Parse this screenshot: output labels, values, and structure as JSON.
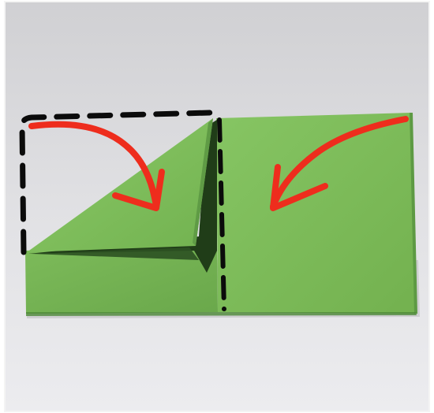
{
  "image": {
    "kind": "photo",
    "subject": "origami-folding-step",
    "colors": {
      "background_top": "#d6d6d9",
      "background_bottom": "#e9e9ec",
      "paper_green": "#78b754",
      "paper_green_light": "#8ac766",
      "paper_green_dark": "#5d9a43",
      "fold_shadow": "#1e3b16",
      "dashed_line": "#0b0b0b",
      "arrow_red": "#ee2d1d"
    },
    "marks": {
      "dashed_guides": 2,
      "arrows": 2
    }
  }
}
